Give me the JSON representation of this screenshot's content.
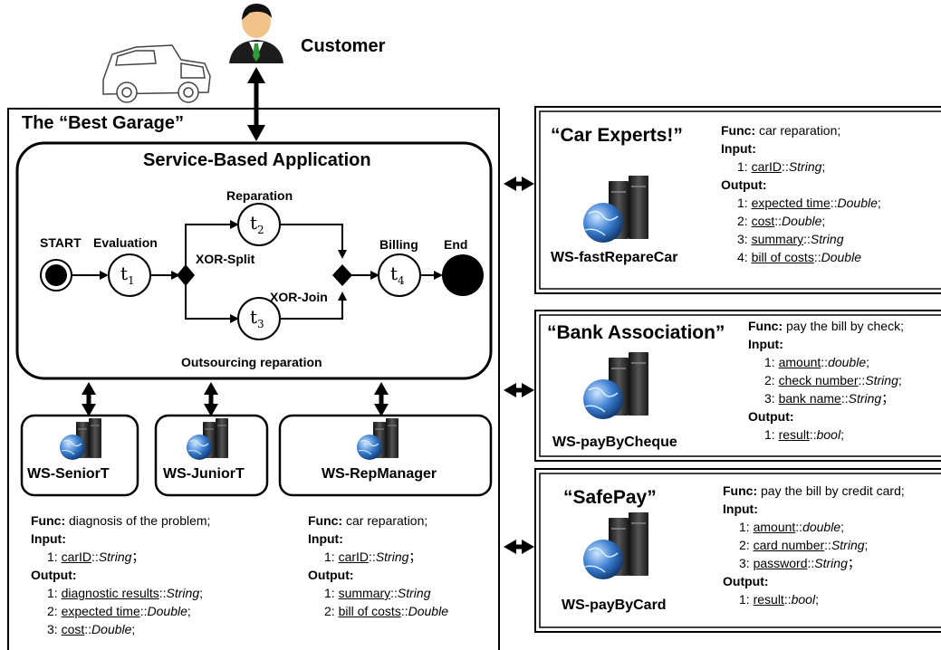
{
  "customer": {
    "label": "Customer"
  },
  "garage": {
    "title": "The “Best Garage”",
    "app_title": "Service-Based Application"
  },
  "process": {
    "start": "START",
    "end": "End",
    "tasks": [
      {
        "label": "Evaluation",
        "symbol": "t",
        "sub": "1"
      },
      {
        "label": "Reparation",
        "symbol": "t",
        "sub": "2"
      },
      {
        "label": "Outsourcing reparation",
        "symbol": "t",
        "sub": "3"
      },
      {
        "label": "Billing",
        "symbol": "t",
        "sub": "4"
      }
    ],
    "xor_split": "XOR-Split",
    "xor_join": "XOR-Join"
  },
  "local_services": [
    {
      "name": "WS-SeniorT"
    },
    {
      "name": "WS-JuniorT"
    },
    {
      "name": "WS-RepManager"
    }
  ],
  "specs": {
    "func": "Func:",
    "input": "Input:",
    "output": "Output:"
  },
  "senior": {
    "func": "diagnosis of the problem;",
    "inputs": [
      {
        "n": "1:",
        "p": "carID",
        "t": "String",
        "end": "；"
      }
    ],
    "outputs": [
      {
        "n": "1:",
        "p": "diagnostic results",
        "t": "String",
        "end": ";"
      },
      {
        "n": "2:",
        "p": "expected time",
        "t": "Double",
        "end": ";"
      },
      {
        "n": "3:",
        "p": "cost",
        "t": "Double",
        "end": ";"
      }
    ]
  },
  "repmanager": {
    "func": "car reparation;",
    "inputs": [
      {
        "n": "1:",
        "p": "carID",
        "t": "String",
        "end": "；"
      }
    ],
    "outputs": [
      {
        "n": "1:",
        "p": "summary",
        "t": "String",
        "end": ""
      },
      {
        "n": "2:",
        "p": "bill of costs",
        "t": "Double",
        "end": ""
      }
    ]
  },
  "external": [
    {
      "quote": "“Car Experts!”",
      "ws": "WS-fastRepareCar",
      "func": "car reparation;",
      "inputs": [
        {
          "n": "1:",
          "p": "carID",
          "t": "String",
          "end": ";"
        }
      ],
      "outputs": [
        {
          "n": "1:",
          "p": "expected time",
          "t": "Double",
          "end": ";"
        },
        {
          "n": "2:",
          "p": "cost",
          "t": "Double",
          "end": ";"
        },
        {
          "n": "3:",
          "p": "summary",
          "t": "String",
          "end": ""
        },
        {
          "n": "4:",
          "p": "bill of costs",
          "t": "Double",
          "end": ""
        }
      ]
    },
    {
      "quote": "“Bank Association”",
      "ws": "WS-payByCheque",
      "func": "pay the bill by check;",
      "inputs": [
        {
          "n": "1:",
          "p": "amount",
          "t": "double",
          "end": ";"
        },
        {
          "n": "2:",
          "p": "check number",
          "t": "String",
          "end": ";"
        },
        {
          "n": "3:",
          "p": "bank name",
          "t": "String",
          "end": "；"
        }
      ],
      "outputs": [
        {
          "n": "1:",
          "p": "result",
          "t": "bool",
          "end": ";"
        }
      ]
    },
    {
      "quote": "“SafePay”",
      "ws": "WS-payByCard",
      "func": "pay the bill by credit card;",
      "inputs": [
        {
          "n": "1:",
          "p": "amount",
          "t": "double",
          "end": ";"
        },
        {
          "n": "2:",
          "p": "card number",
          "t": "String",
          "end": ";"
        },
        {
          "n": "3:",
          "p": "password",
          "t": "String",
          "end": "；"
        }
      ],
      "outputs": [
        {
          "n": "1:",
          "p": "result",
          "t": "bool",
          "end": ";"
        }
      ]
    }
  ],
  "colors": {
    "stroke": "#000000",
    "globe": "#2f6fc0",
    "server": "#2a2a2a",
    "tie": "#2e9a3a"
  },
  "icons": {
    "customer": "person-icon",
    "car": "pickup-truck-icon",
    "service": "web-service-server-icon"
  }
}
